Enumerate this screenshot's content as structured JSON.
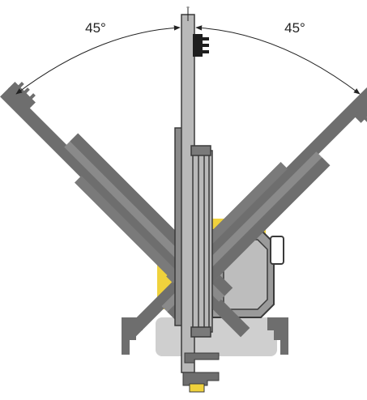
{
  "diagram": {
    "left_angle_label": "45°",
    "right_angle_label": "45°",
    "center_tick_label": "-"
  },
  "colors": {
    "mast_dark": "#6e6e6e",
    "mast_mid": "#8a8a8a",
    "mast_light": "#b9b9b9",
    "mast_outline": "#3a3a3a",
    "body_gray": "#c6c6c6",
    "track_gray": "#cfcfcf",
    "accent_yellow": "#f0d23c",
    "arc_line": "#222222",
    "background": "#ffffff"
  },
  "icons": {
    "arrowheads": "arc-arrowhead",
    "boom": "drill-boom",
    "feed_head": "feed-head"
  }
}
